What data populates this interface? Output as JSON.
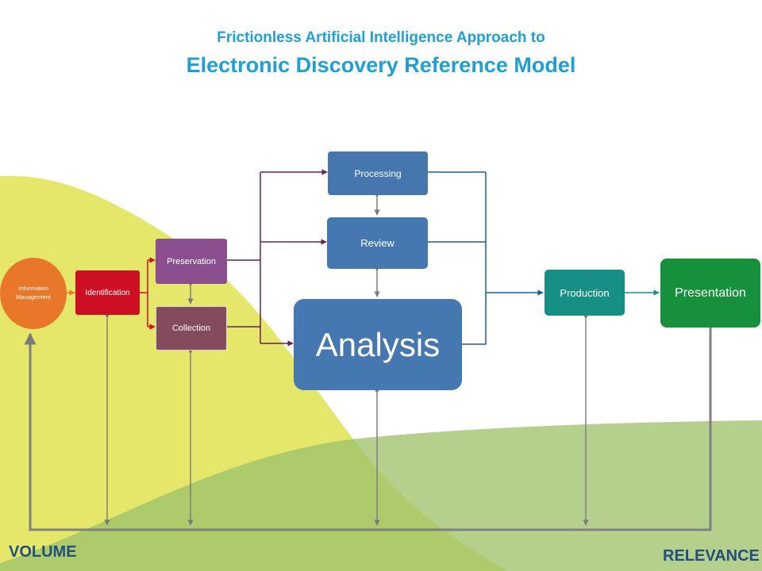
{
  "title": {
    "line1": "Frictionless Artificial Intelligence Approach to",
    "line2": "Electronic Discovery Reference Model"
  },
  "nodes": {
    "information_management": "Information Management",
    "identification": "Identification",
    "preservation": "Preservation",
    "collection": "Collection",
    "processing": "Processing",
    "review": "Review",
    "analysis": "Analysis",
    "production": "Production",
    "presentation": "Presentation"
  },
  "axis_labels": {
    "volume": "VOLUME",
    "relevance": "RELEVANCE"
  },
  "colors": {
    "title": "#1ea0d6",
    "volume_area": "#e2e45a",
    "relevance_area": "#a9c97a",
    "information_management": "#e8772a",
    "identification": "#cc0f23",
    "preservation": "#8b4f8f",
    "collection": "#844a5e",
    "processing_review_analysis": "#4577b0",
    "production": "#168f85",
    "presentation": "#17903c",
    "axis_labels": "#234f7c"
  }
}
